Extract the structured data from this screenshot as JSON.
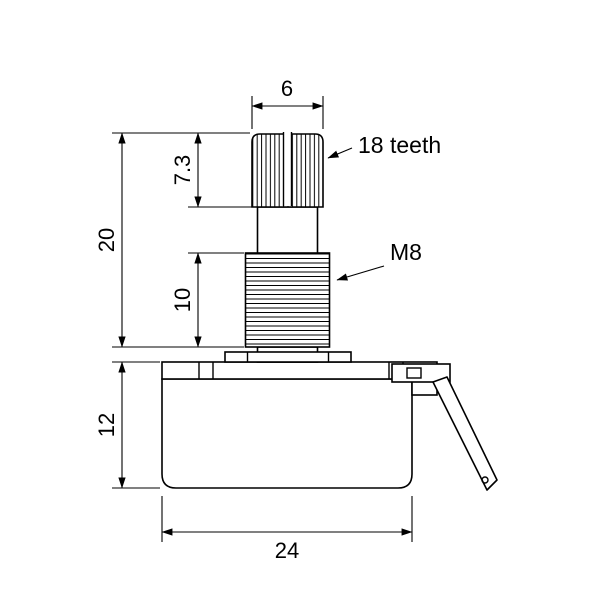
{
  "colors": {
    "line": "#000000",
    "background": "#ffffff"
  },
  "dimensions": {
    "shaft_top_width": "6",
    "knurl_length": "7.3",
    "shaft_total_length": "20",
    "bushing_length": "10",
    "body_height": "12",
    "body_width": "24"
  },
  "annotations": {
    "teeth": "18 teeth",
    "thread_spec": "M8"
  }
}
